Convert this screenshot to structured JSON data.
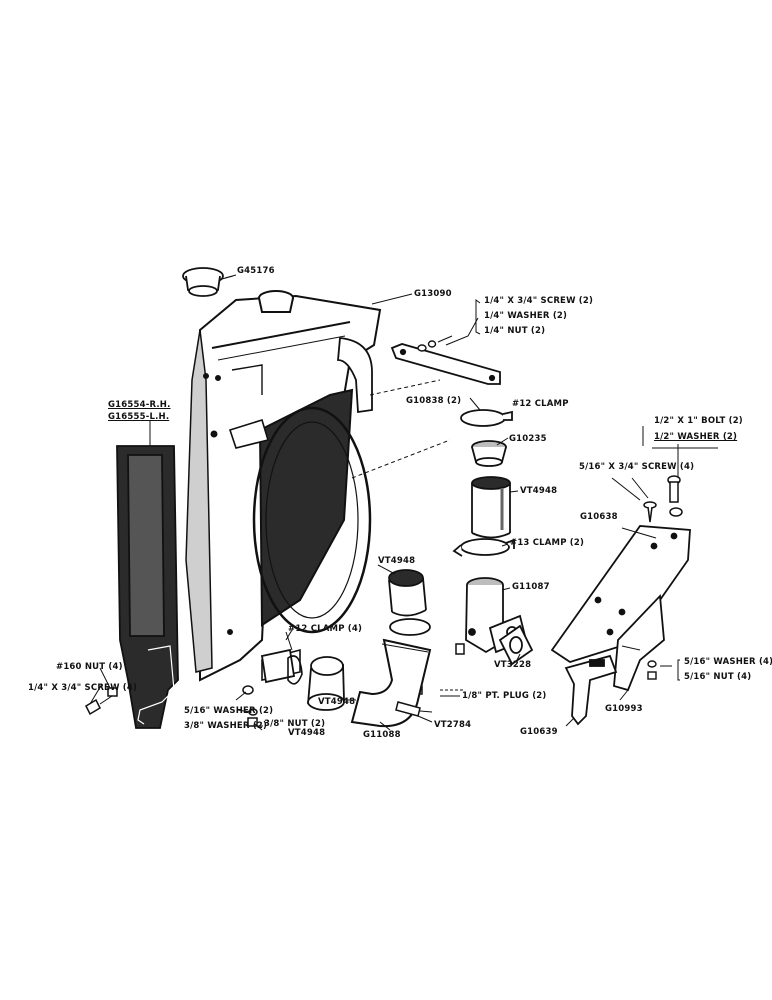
{
  "colors": {
    "ink": "#111111",
    "paper": "#ffffff",
    "shade": "#d8d8d8",
    "core": "#2b2b2b"
  },
  "labels": {
    "cap": "G45176",
    "radiator": "G13090",
    "screw_spec": "1/4\" X 3/4\" SCREW (2)",
    "washer_spec": "1/4\" WASHER (2)",
    "nut_spec": "1/4\" NUT (2)",
    "brace": "G10838 (2)",
    "clamp12_top": "#12 CLAMP",
    "outlet": "G10235",
    "hose_upper": "VT4948",
    "clamp13": "#13 CLAMP (2)",
    "housing": "G11087",
    "gasket": "VT3228",
    "pipe_plug": "1/8\" PT. PLUG (2)",
    "drain_cock": "VT2784",
    "elbow": "G11088",
    "hose_lower_right": "VT4948",
    "hose_lower_left": "VT4948",
    "hose_small": "VT4948",
    "clamp12_lower": "#12 CLAMP (4)",
    "side_rh": "G16554-R.H.",
    "side_lh": "G16555-L.H.",
    "nut160": "#160 NUT (4)",
    "screw_side": "1/4\" X 3/4\" SCREW (4)",
    "washer_a": "5/16\" WASHER (2)",
    "washer_b": "3/8\" WASHER (2)",
    "nut_bottom": "3/8\" NUT (2)",
    "bolt": "1/2\" X 1\" BOLT (2)",
    "bolt_washer": "1/2\" WASHER (2)",
    "screw_mount": "5/16\" X 3/4\" SCREW (4)",
    "bracket_top": "G10638",
    "washer_mount": "5/16\" WASHER (4)",
    "nut_mount": "5/16\" NUT (4)",
    "bracket_right": "G10993",
    "bracket_bottom": "G10639"
  }
}
